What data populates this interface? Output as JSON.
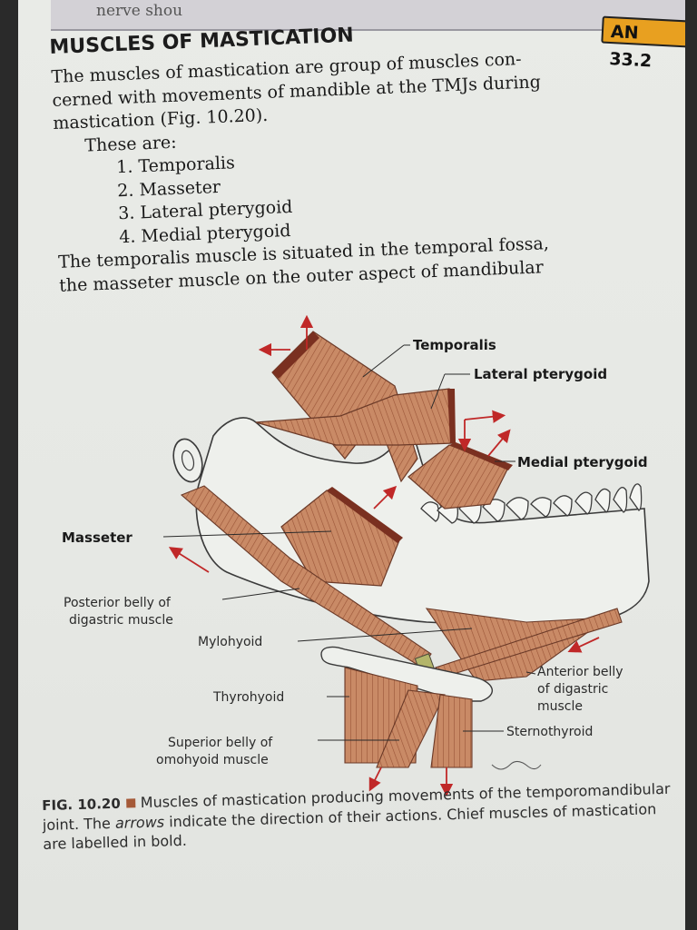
{
  "header": {
    "running_text": "nerve shou",
    "code": "AN 33.2"
  },
  "section": {
    "title": "MUSCLES OF MASTICATION",
    "intro_lines": [
      "The muscles of mastication are group of muscles con-",
      "cerned with movements of mandible at the TMJs during",
      "mastication (Fig. 10.20)."
    ],
    "list_intro": "These are:",
    "list": [
      "1. Temporalis",
      "2. Masseter",
      "3. Lateral pterygoid",
      "4. Medial pterygoid"
    ],
    "para_lines": [
      "The temporalis muscle is situated in the temporal fossa,",
      "the masseter muscle on the outer aspect of mandibular"
    ]
  },
  "figure": {
    "labels": {
      "temporalis": "Temporalis",
      "lateral_pterygoid": "Lateral pterygoid",
      "medial_pterygoid": "Medial pterygoid",
      "masseter": "Masseter",
      "posterior_belly_1": "Posterior belly of",
      "posterior_belly_2": "digastric muscle",
      "mylohyoid": "Mylohyoid",
      "anterior_belly_1": "Anterior belly",
      "anterior_belly_2": "of digastric",
      "anterior_belly_3": "muscle",
      "thyrohyoid": "Thyrohyoid",
      "sternothyroid": "Sternothyroid",
      "superior_belly_1": "Superior belly of",
      "superior_belly_2": "omohyoid muscle"
    },
    "colors": {
      "muscle": "#c0805c",
      "muscle_dark": "#7a3020",
      "arrow": "#c02828",
      "bone": "#eef0ec"
    }
  },
  "caption": {
    "fig_number": "FIG. 10.20",
    "text_1": "Muscles of mastication producing movements of the temporomandibular joint. The ",
    "text_em": "arrows",
    "text_2": " indicate the direction of their actions. Chief muscles of mastication are labelled in bold."
  }
}
